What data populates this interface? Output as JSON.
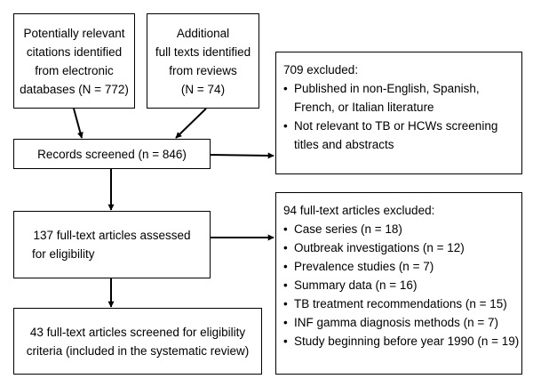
{
  "boxes": {
    "electronic": {
      "lines": [
        "Potentially relevant",
        "citations identified",
        "from electronic",
        "databases (N = 772)"
      ]
    },
    "additional": {
      "lines": [
        "Additional",
        "full texts identified",
        "from reviews",
        "(N = 74)"
      ]
    },
    "screened": {
      "lines": [
        "Records screened (n = 846)"
      ]
    },
    "excluded_first": {
      "heading": "709 excluded:",
      "items": [
        [
          "Published in non-English, Spanish,",
          "French, or Italian literature"
        ],
        [
          "Not relevant to TB or HCWs screening",
          "titles and abstracts"
        ]
      ]
    },
    "assessed": {
      "lines": [
        "137 full-text articles assessed",
        "for eligibility"
      ]
    },
    "excluded_second": {
      "heading": "94 full-text articles excluded:",
      "items": [
        "Case series (n = 18)",
        "Outbreak investigations (n = 12)",
        "Prevalence studies (n = 7)",
        "Summary data (n = 16)",
        "TB treatment recommendations (n = 15)",
        "INF gamma diagnosis methods (n = 7)",
        "Study beginning before year 1990 (n = 19)"
      ]
    },
    "included": {
      "lines": [
        "43 full-text articles screened for eligibility",
        "criteria (included in the systematic review)"
      ]
    }
  }
}
